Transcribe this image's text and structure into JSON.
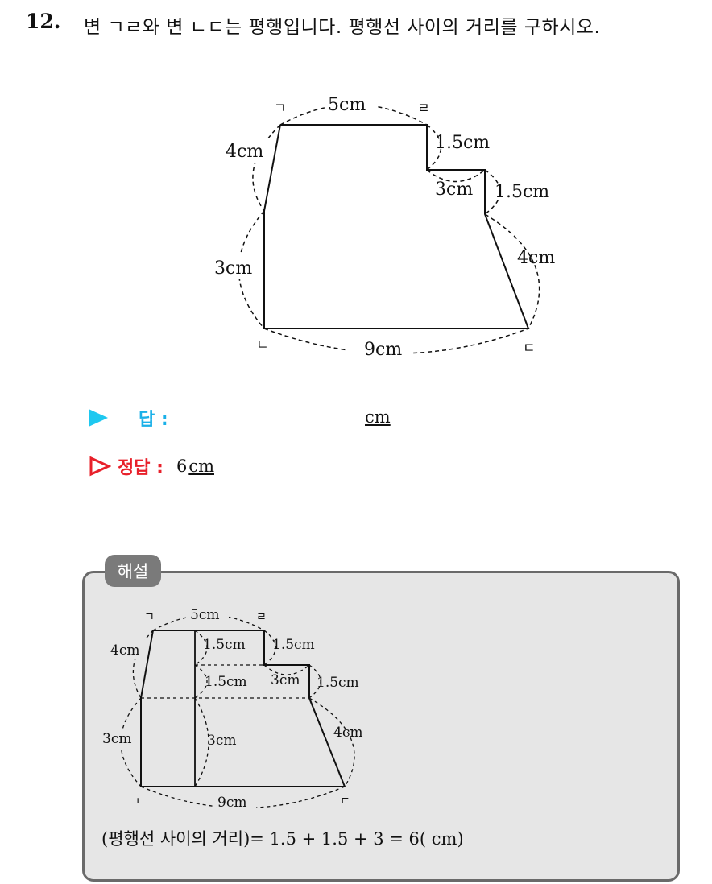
{
  "question": {
    "number": "12.",
    "text": "변 ㄱㄹ와 변 ㄴㄷ는 평행입니다. 평행선 사이의 거리를 구하시오."
  },
  "figure": {
    "vertices": {
      "g": "ㄱ",
      "r": "ㄹ",
      "n": "ㄴ",
      "d": "ㄷ"
    },
    "labels": {
      "top": "5cm",
      "left_top": "4cm",
      "left_bottom": "3cm",
      "step1": "1.5cm",
      "step_h": "3cm",
      "step2": "1.5cm",
      "right": "4cm",
      "bottom": "9cm"
    }
  },
  "answer": {
    "label": "답 :",
    "unit": "cm"
  },
  "correct": {
    "label": "정답 :",
    "value": "6",
    "unit": "cm"
  },
  "solution": {
    "tab": "해설",
    "figure": {
      "vertices": {
        "g": "ㄱ",
        "r": "ㄹ",
        "n": "ㄴ",
        "d": "ㄷ"
      },
      "labels": {
        "top": "5cm",
        "left_top": "4cm",
        "left_bottom": "3cm",
        "inner1": "1.5cm",
        "step1": "1.5cm",
        "step_h": "3cm",
        "inner2": "1.5cm",
        "step2": "1.5cm",
        "right": "4cm",
        "inner3": "3cm",
        "bottom": "9cm"
      }
    },
    "equation": "(평행선 사이의 거리)= 1.5 + 1.5 + 3 = 6( cm)"
  },
  "colors": {
    "answer_accent": "#1ec8f0",
    "correct_accent": "#e8202a",
    "solution_bg": "#e6e6e6",
    "solution_border": "#6a6a6a"
  }
}
